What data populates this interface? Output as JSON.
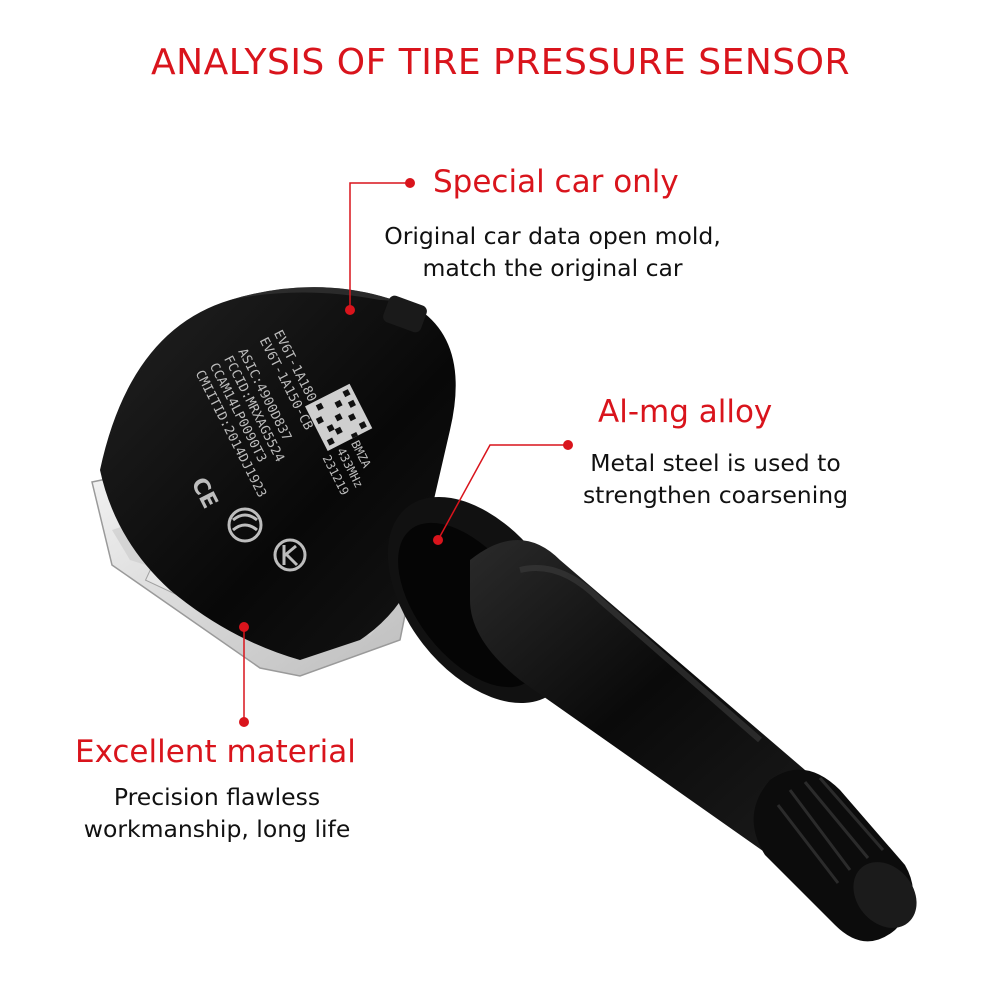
{
  "title": "ANALYSIS OF TIRE PRESSURE SENSOR",
  "callouts": {
    "special": {
      "heading": "Special car only",
      "desc_line1": "Original car data open mold,",
      "desc_line2": "match the original car"
    },
    "alloy": {
      "heading": "Al-mg alloy",
      "desc_line1": "Metal steel is used to",
      "desc_line2": "strengthen coarsening"
    },
    "material": {
      "heading": "Excellent material",
      "desc_line1": "Precision flawless",
      "desc_line2": "workmanship, long life"
    }
  },
  "sensor_label": {
    "line1": "EV6T-1A180-CB",
    "line2": "EV6T-1A150-CB",
    "line3": "ASIC:4900D837",
    "line4": "FCCID:MRXAG5524",
    "line5": "CCAM14LP0090T3",
    "line6": "CMIITID:2014DJ1923",
    "code": "BMZA",
    "freq": "433MHz",
    "date": "231219",
    "ce_mark": "CE"
  },
  "colors": {
    "accent": "#d9141c",
    "text": "#111111",
    "product_body": "#0d0d0d",
    "brass": "#b8892e",
    "housing": "#d9d9d9"
  }
}
